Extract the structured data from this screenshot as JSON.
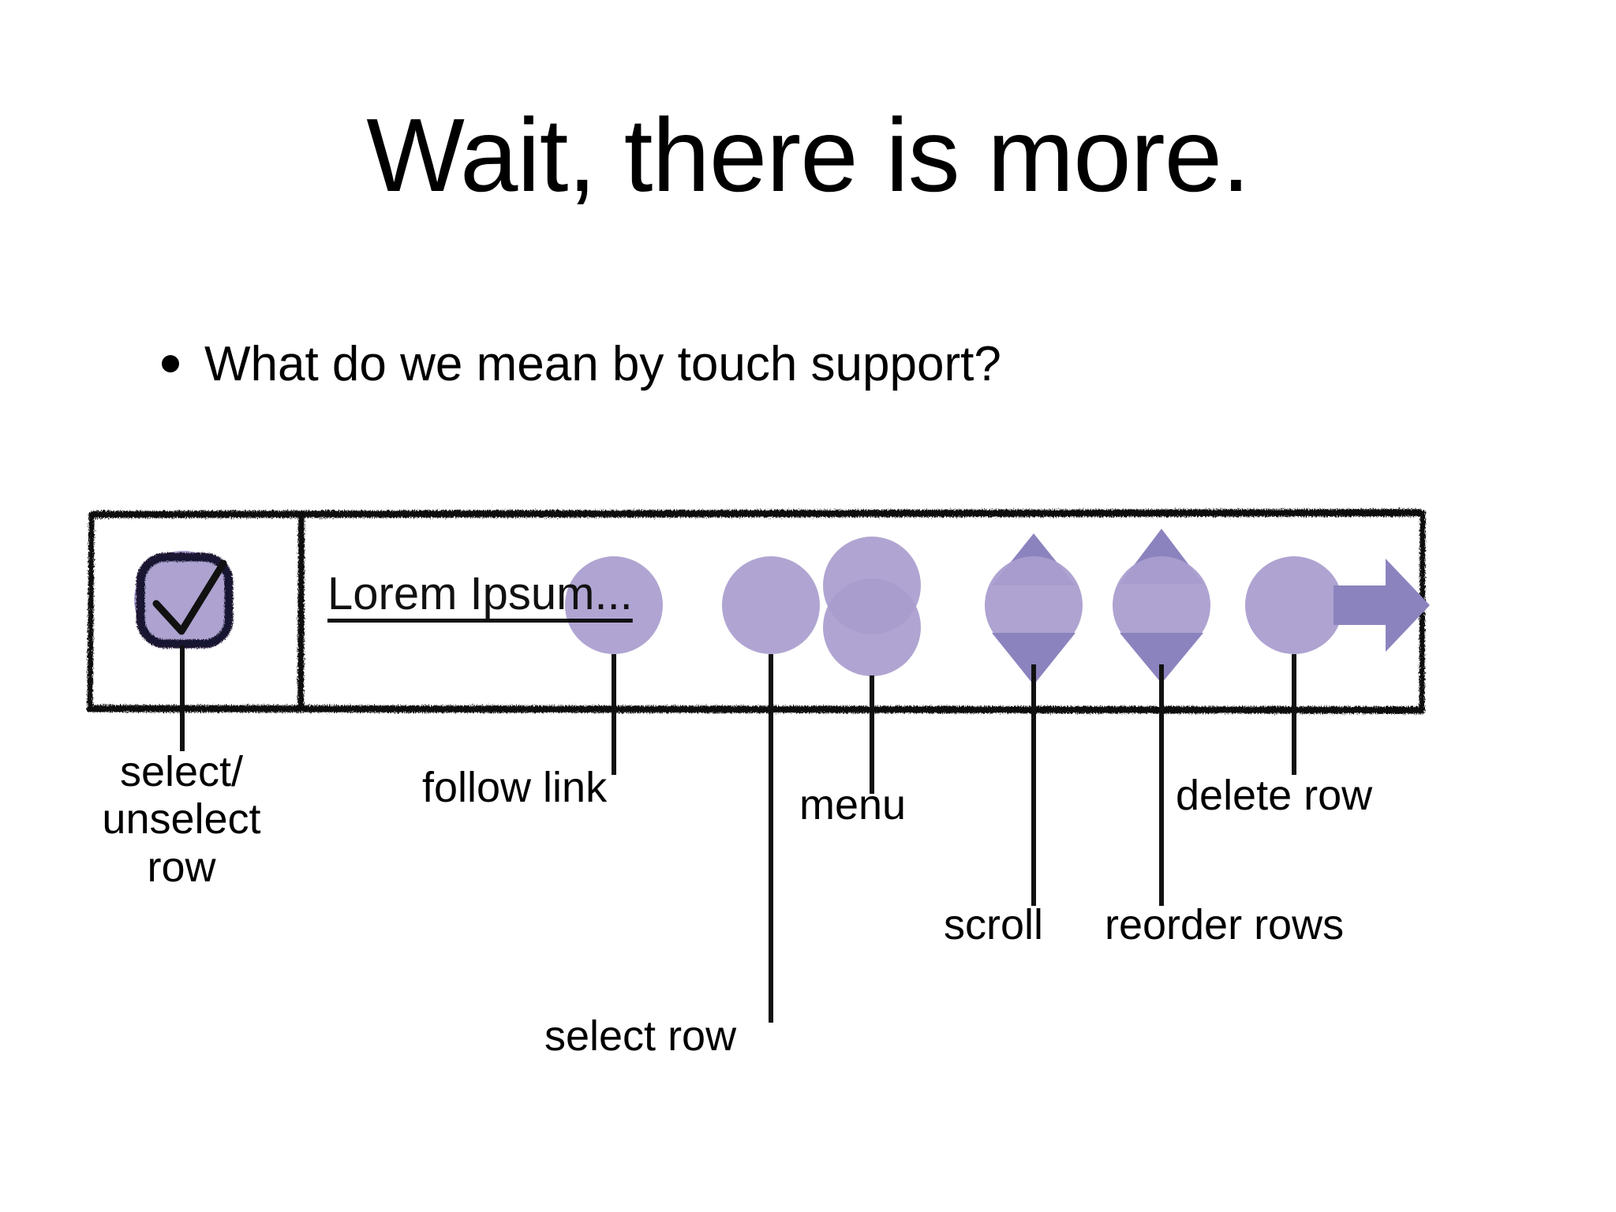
{
  "slide": {
    "title": "Wait, there is more.",
    "bullet": {
      "marker": "bullet-dot",
      "text": "What do we mean by touch support?"
    }
  },
  "diagram": {
    "name": "touch-targets-table-row",
    "row_label": "Lorem Ipsum...",
    "row_label_style": "underlined-link",
    "checkbox": {
      "state": "checked",
      "glyph": "checkmark"
    },
    "touch_targets": [
      {
        "id": "select-unselect-row",
        "shape": "rounded-square-checkbox",
        "label": "select/\nunselect\nrow"
      },
      {
        "id": "follow-link",
        "shape": "circle",
        "label": "follow link"
      },
      {
        "id": "select-row",
        "shape": "circle",
        "label": "select row"
      },
      {
        "id": "menu",
        "shape": "double-overlapping-circle",
        "label": "menu"
      },
      {
        "id": "scroll",
        "shape": "circle-with-up-down-triangles",
        "label": "scroll"
      },
      {
        "id": "reorder-rows",
        "shape": "circle-with-up-down-triangles",
        "label": "reorder rows"
      },
      {
        "id": "delete-row",
        "shape": "circle-with-right-arrow",
        "label": "delete row"
      }
    ]
  },
  "colors": {
    "background": "#ffffff",
    "ink": "#000000",
    "touch_target_fill": "#a99dce",
    "touch_target_accent": "#8b83be",
    "touch_target_overlap": "#7366a8",
    "link_text": "#111111"
  }
}
